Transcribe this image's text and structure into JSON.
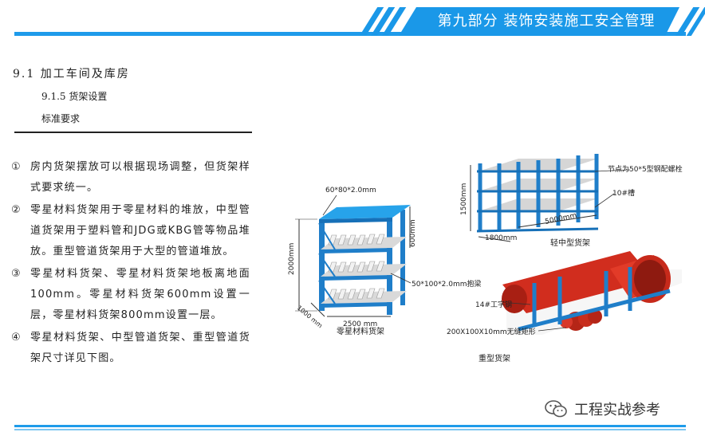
{
  "header": {
    "title": "第九部分  装饰安装施工安全管理",
    "accent": "#1a98e8"
  },
  "section": {
    "title": "9.1  加工车间及库房",
    "subtitle": "9.1.5 货架设置",
    "sub2": "标准要求"
  },
  "items": [
    {
      "num": "①",
      "text": "房内货架摆放可以根据现场调整，但货架样式要求统一。"
    },
    {
      "num": "②",
      "text": "零星材料货架用于零星材料的堆放，中型管道货架用于塑料管和JDG或KBG管等物品堆放。重型管道货架用于大型的管道堆放。"
    },
    {
      "num": "③",
      "text": "零星材料货架、零星材料货架地板离地面100mm。零星材料货架600mm设置一层，零星材料货架800mm设置一层。"
    },
    {
      "num": "④",
      "text": "零星材料货架、中型管道货架、重型管道货架尺寸详见下图。"
    }
  ],
  "figure": {
    "small_rack": {
      "caption": "零星材料货架",
      "dim_top": "60*80*2.0mm",
      "dim_height": "2000mm",
      "dim_depth": "1000 mm",
      "dim_width": "2500 mm",
      "dim_shelf": "600mm",
      "beam": "50*100*2.0mm抱梁"
    },
    "mid_rack": {
      "caption": "轻中型货架",
      "dim_height": "1500mm",
      "dim_depth": "1800mm",
      "dim_width": "5000mm",
      "node": "节点为50*5型钢配螺栓",
      "channel": "10#槽"
    },
    "heavy_rack": {
      "caption": "重型货架",
      "ibeam": "14#工字钢",
      "tube": "200X100X10mm无缝矩形"
    }
  },
  "watermark": {
    "text": "工程实战参考",
    "icon": "wechat-icon"
  }
}
